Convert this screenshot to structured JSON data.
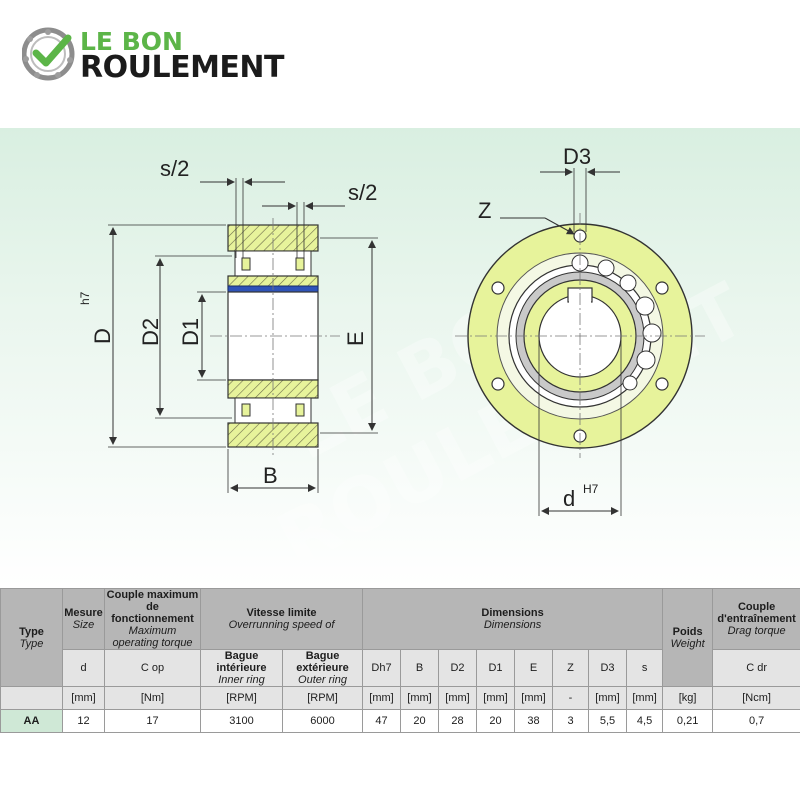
{
  "brand": {
    "line1": "LE BON",
    "line2": "ROULEMENT",
    "accent": "#5cb548",
    "dark": "#1b1b1b"
  },
  "watermark": {
    "line1": "LE BON",
    "line2": "ROULEMENT"
  },
  "drawing_labels": {
    "s2_left": "s/2",
    "s2_right": "s/2",
    "D": "D",
    "D_tol": "h7",
    "D2": "D2",
    "D1": "D1",
    "E": "E",
    "B": "B",
    "D3": "D3",
    "Z": "Z",
    "d": "d",
    "d_tol": "H7"
  },
  "colors": {
    "ring_green": "#e7f39b",
    "outline": "#333333",
    "blue_band": "#2f53b8",
    "bore": "#ffffff"
  },
  "table": {
    "type_header": {
      "main": "Type",
      "sub": "Type"
    },
    "groups": [
      {
        "main": "Mesure",
        "sub": "Size"
      },
      {
        "main": "Couple maximum de fonctionnement",
        "sub": "Maximum operating torque"
      },
      {
        "main": "Vitesse limite",
        "sub": "Overrunning speed of"
      },
      {
        "main": "Dimensions",
        "sub": "Dimensions"
      },
      {
        "main": "Poids",
        "sub": "Weight"
      },
      {
        "main": "Couple d'entraînement",
        "sub": "Drag torque"
      }
    ],
    "speed_sub": [
      {
        "main": "Bague intérieure",
        "sub": "Inner ring"
      },
      {
        "main": "Bague extérieure",
        "sub": "Outer ring"
      }
    ],
    "symbols": [
      "d",
      "C op",
      "Dh7",
      "B",
      "D2",
      "D1",
      "E",
      "Z",
      "D3",
      "s",
      "C dr"
    ],
    "units": [
      "[mm]",
      "[Nm]",
      "[RPM]",
      "[RPM]",
      "[mm]",
      "[mm]",
      "[mm]",
      "[mm]",
      "[mm]",
      "-",
      "[mm]",
      "[mm]",
      "[kg]",
      "[Ncm]"
    ],
    "row": {
      "type": "AA",
      "values": [
        "12",
        "17",
        "3100",
        "6000",
        "47",
        "20",
        "28",
        "20",
        "38",
        "3",
        "5,5",
        "4,5",
        "0,21",
        "0,7"
      ]
    }
  }
}
